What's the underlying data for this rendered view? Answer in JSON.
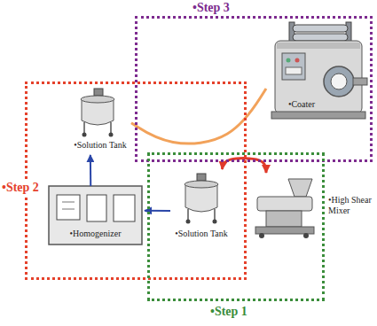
{
  "diagram": {
    "nodes": [
      {
        "text": [
          "•Step 3"
        ]
      },
      {
        "text": [
          "•Coater"
        ],
        "in": 0
      },
      {
        "text": [
          "•Step 2"
        ]
      },
      {
        "text": [
          "•Solution Tank"
        ],
        "in": 2
      },
      {
        "text": [
          "•Homogenizer"
        ],
        "in": 2
      },
      {
        "text": [
          "•Step 1"
        ]
      },
      {
        "text": [
          "•Solution Tank"
        ],
        "in": 5
      },
      {
        "text": [
          "•High Shear Mixer"
        ],
        "in": 5
      }
    ],
    "edges": [
      {
        "from": 6,
        "to": 4,
        "arrow": "to"
      },
      {
        "from": 4,
        "to": 3,
        "arrow": "to"
      },
      {
        "from": 3,
        "to": 1,
        "arrow": "none"
      },
      {
        "from": 6,
        "to": 7,
        "arrow": "both"
      }
    ]
  }
}
